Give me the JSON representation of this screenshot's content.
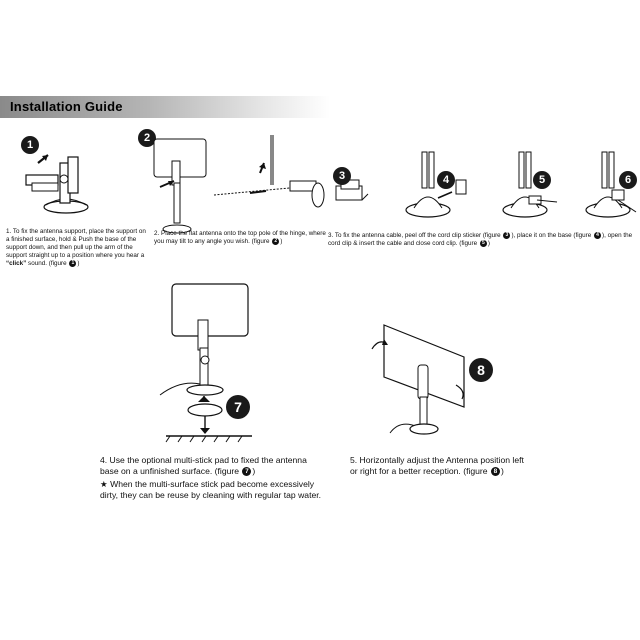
{
  "header": {
    "title": "Installation Guide"
  },
  "figure_numbers": [
    "1",
    "2",
    "3",
    "4",
    "5",
    "6",
    "7",
    "8"
  ],
  "steps": {
    "s1": {
      "pre": "1. To fix the antenna support, place the support on a finished surface, hold & Push the base of the support down, and then pull up the arm of the  support straight up to a position where you hear a ",
      "emph": "“click”",
      "post": " sound. (figure ",
      "close": ")"
    },
    "s2": {
      "text": "2. Place the flat antenna onto the top pole of the hinge, where you may tilt to any angle you wish. (figure ",
      "close": ")"
    },
    "s3": {
      "a": "3. To fix the antenna cable, peel off the cord clip sticker (figure ",
      "b": "), place it on the base (figure ",
      "c": "), open the cord clip & insert the cable and close cord clip. (figure ",
      "close": ")"
    },
    "s4": {
      "text": "4. Use the optional multi-stick pad to fixed the antenna base on a unfinished surface. (figure ",
      "close": ")"
    },
    "s4_note": {
      "star": "★",
      "text": "When the multi-surface stick pad become excessively dirty, they can be reuse by cleaning with regular tap water."
    },
    "s5": {
      "text": "5. Horizontally adjust the Antenna position left or right for a better reception. (figure ",
      "close": ")"
    }
  }
}
